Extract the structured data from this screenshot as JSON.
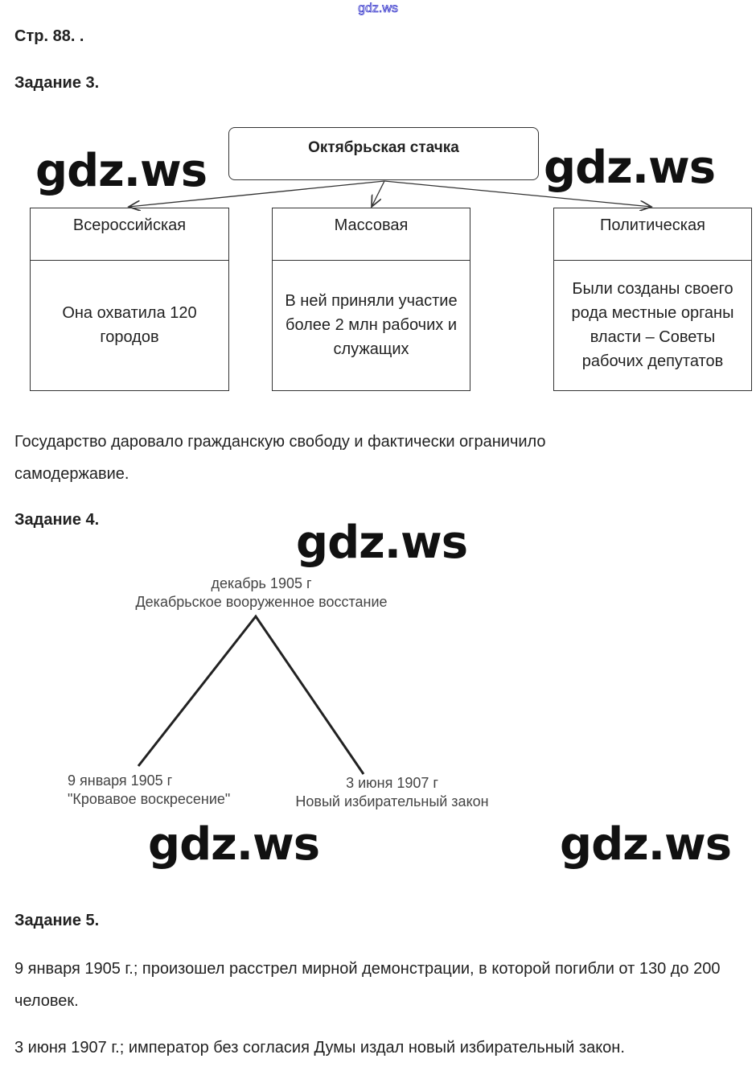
{
  "watermark_small": "gdz.ws",
  "watermark": "gdz.ws",
  "page_label": "Стр. 88. .",
  "task3": {
    "heading": "Задание 3.",
    "root": "Октябрьская стачка",
    "boxes": [
      {
        "title": "Всероссийская",
        "body": "Она охватила 120 городов"
      },
      {
        "title": "Массовая",
        "body": "В ней приняли участие более 2 млн рабочих и служащих"
      },
      {
        "title": "Политическая",
        "body": "Были созданы своего рода местные органы власти – Советы рабочих депутатов"
      }
    ],
    "conclusion": "Государство даровало гражданскую свободу и фактически ограничило самодержавие."
  },
  "task4": {
    "heading": "Задание 4.",
    "apex": {
      "date": "декабрь 1905 г",
      "event": "Декабрьское вооруженное восстание"
    },
    "left": {
      "date": "9 января 1905 г",
      "event": "\"Кровавое воскресение\""
    },
    "right": {
      "date": "3 июня 1907 г",
      "event": "Новый избирательный закон"
    }
  },
  "task5": {
    "heading": "Задание 5.",
    "paragraphs": [
      "9 января 1905 г.; произошел расстрел мирной демонстрации, в которой погибли от 130 до 200 человек.",
      "3 июня 1907 г.; император без согласия Думы издал новый избирательный закон."
    ]
  }
}
